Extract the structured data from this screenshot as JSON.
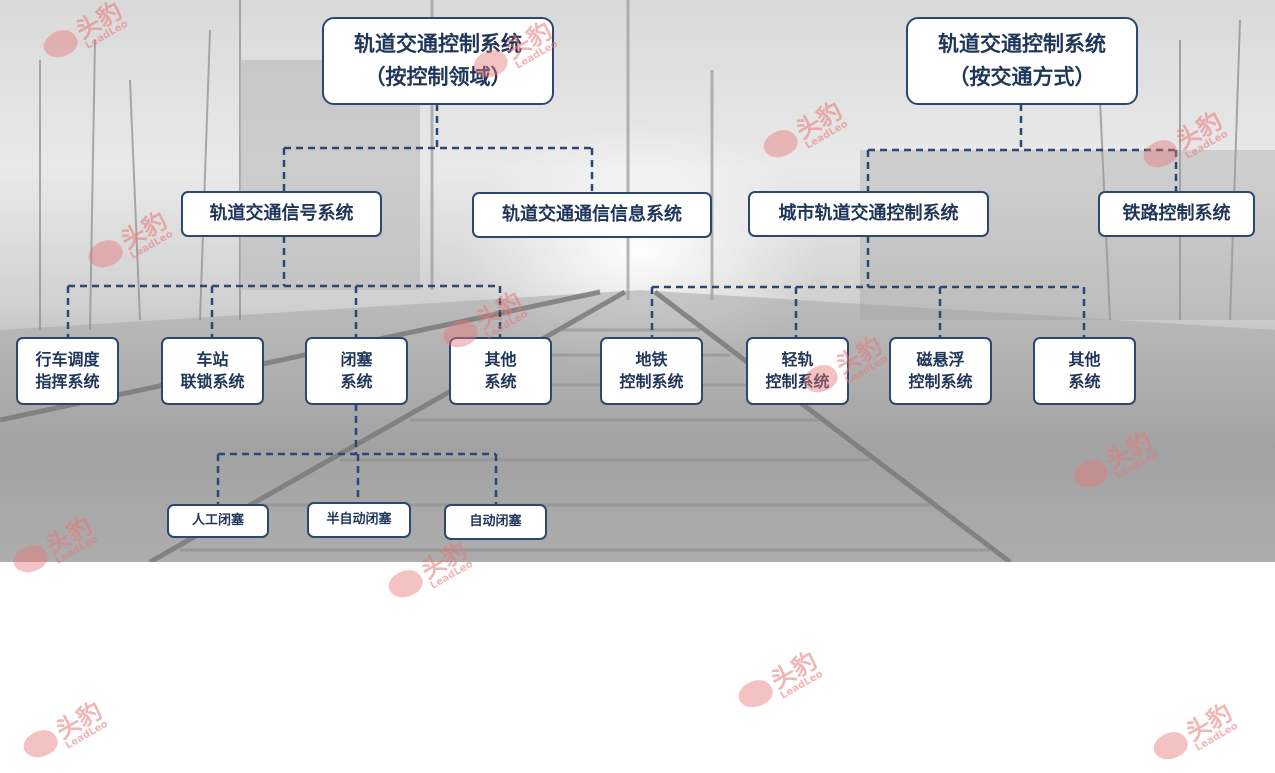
{
  "roots": {
    "by_domain": [
      "轨道交通控制系统",
      "（按控制领域）"
    ],
    "by_mode": [
      "轨道交通控制系统",
      "（按交通方式）"
    ]
  },
  "domain_children": {
    "signal": "轨道交通信号系统",
    "comm": "轨道交通通信信息系统"
  },
  "signal_children": [
    [
      "行车调度",
      "指挥系统"
    ],
    [
      "车站",
      "联锁系统"
    ],
    [
      "闭塞",
      "系统"
    ],
    [
      "其他",
      "系统"
    ]
  ],
  "block_children": [
    "人工闭塞",
    "半自动闭塞",
    "自动闭塞"
  ],
  "mode_children": {
    "urban": "城市轨道交通控制系统",
    "railway": "铁路控制系统"
  },
  "urban_children": [
    [
      "地铁",
      "控制系统"
    ],
    [
      "轻轨",
      "控制系统"
    ],
    [
      "磁悬浮",
      "控制系统"
    ],
    [
      "其他",
      "系统"
    ]
  ],
  "watermark": {
    "cn": "头豹",
    "en": "LeadLeo"
  },
  "colors": {
    "node_border": "#2c4770",
    "node_text": "#1f355a",
    "connector": "#2c4770",
    "watermark": "#e77878"
  }
}
